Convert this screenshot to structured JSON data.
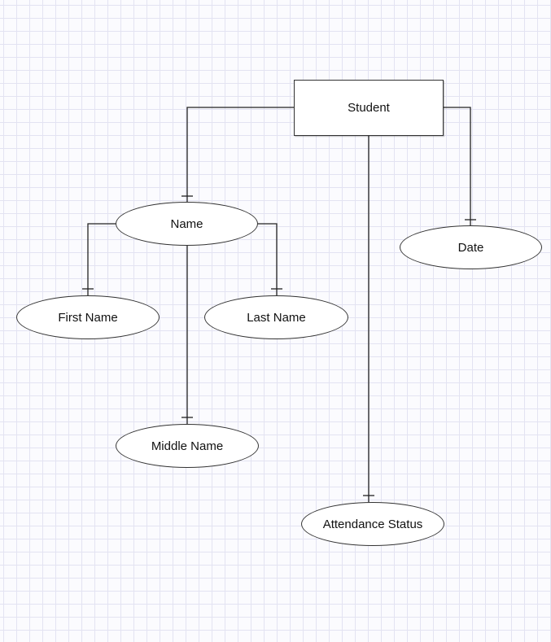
{
  "diagram": {
    "entity": {
      "label": "Student"
    },
    "attributes": {
      "name": "Name",
      "date": "Date",
      "first_name": "First Name",
      "last_name": "Last Name",
      "middle_name": "Middle Name",
      "attendance_status": "Attendance Status"
    },
    "colors": {
      "line": "#222222",
      "grid": "#e3e3f2",
      "shape_fill": "#ffffff",
      "shape_border": "#333333"
    }
  }
}
